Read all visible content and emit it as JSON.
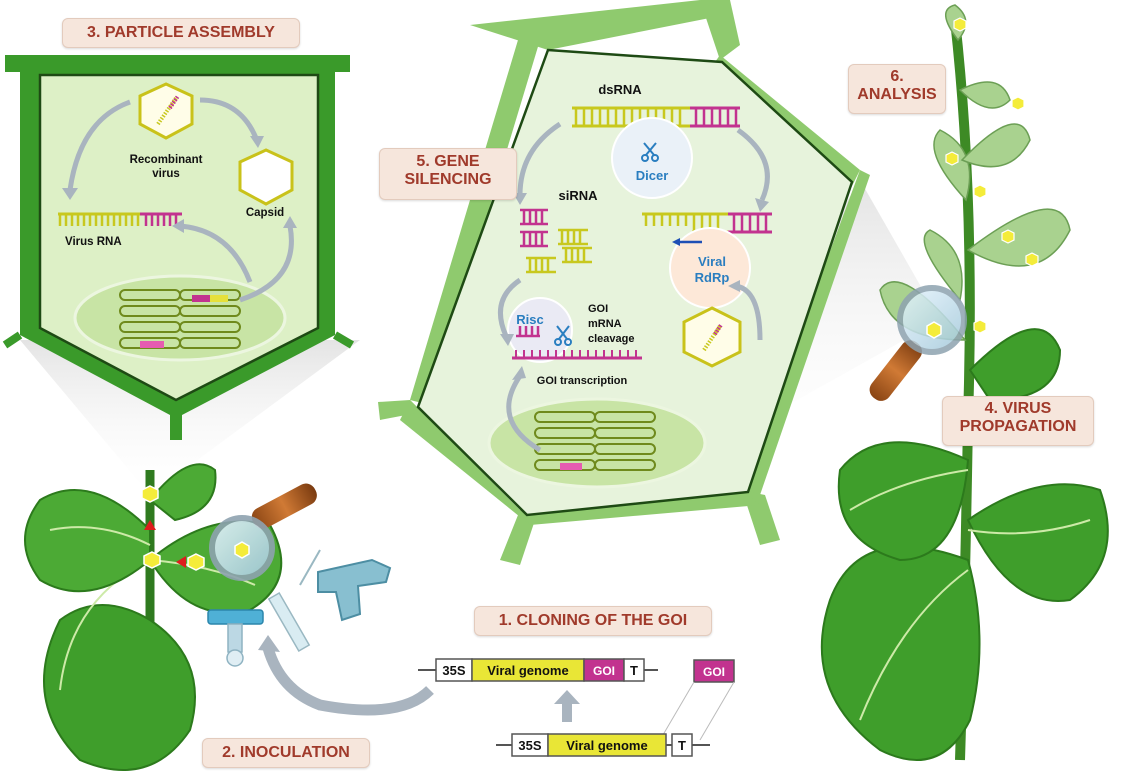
{
  "steps": {
    "s1": "1. CLONING OF THE GOI",
    "s2": "2. INOCULATION",
    "s3": "3. PARTICLE ASSEMBLY",
    "s4": [
      "4. VIRUS",
      "PROPAGATION"
    ],
    "s5": [
      "5. GENE",
      "SILENCING"
    ],
    "s6": [
      "6.",
      "ANALYSIS"
    ]
  },
  "assembly": {
    "recombinant": [
      "Recombinant",
      "virus"
    ],
    "capsid": "Capsid",
    "virus_rna": "Virus RNA"
  },
  "silencing": {
    "dsrna": "dsRNA",
    "dicer": "Dicer",
    "sirna": "siRNA",
    "viral_rdrp": [
      "Viral",
      "RdRp"
    ],
    "risc": "Risc",
    "cleavage": [
      "GOI",
      "mRNA",
      "cleavage"
    ],
    "transcription": "GOI transcription"
  },
  "construct": {
    "promoter": "35S",
    "genome": "Viral genome",
    "goi": "GOI",
    "terminator": "T"
  },
  "colors": {
    "cell_wall": "#3a9a2a",
    "cell_fill": "#ddf0c6",
    "leaf": "#3f9e2b",
    "rna_yellow": "#c8c81e",
    "rna_magenta": "#c2338f",
    "label_red": "#a03a2b",
    "accent_blue": "#2a7ec0"
  }
}
